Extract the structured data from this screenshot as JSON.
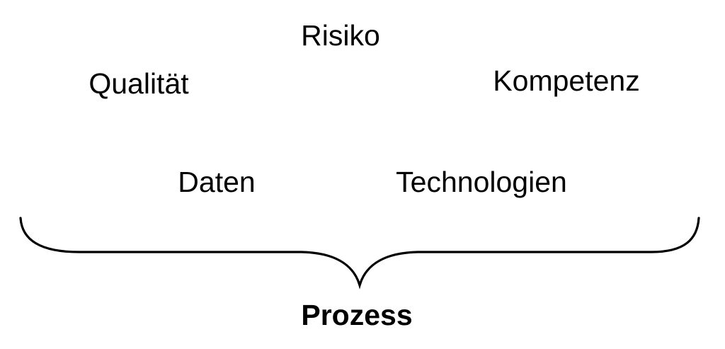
{
  "diagram": {
    "factors": [
      {
        "id": "risiko",
        "label": "Risiko"
      },
      {
        "id": "qualitaet",
        "label": "Qualität"
      },
      {
        "id": "kompetenz",
        "label": "Kompetenz"
      },
      {
        "id": "daten",
        "label": "Daten"
      },
      {
        "id": "technologien",
        "label": "Technologien"
      }
    ],
    "result_label": "Prozess",
    "colors": {
      "text": "#000000",
      "background": "#ffffff",
      "brace": "#000000"
    }
  }
}
